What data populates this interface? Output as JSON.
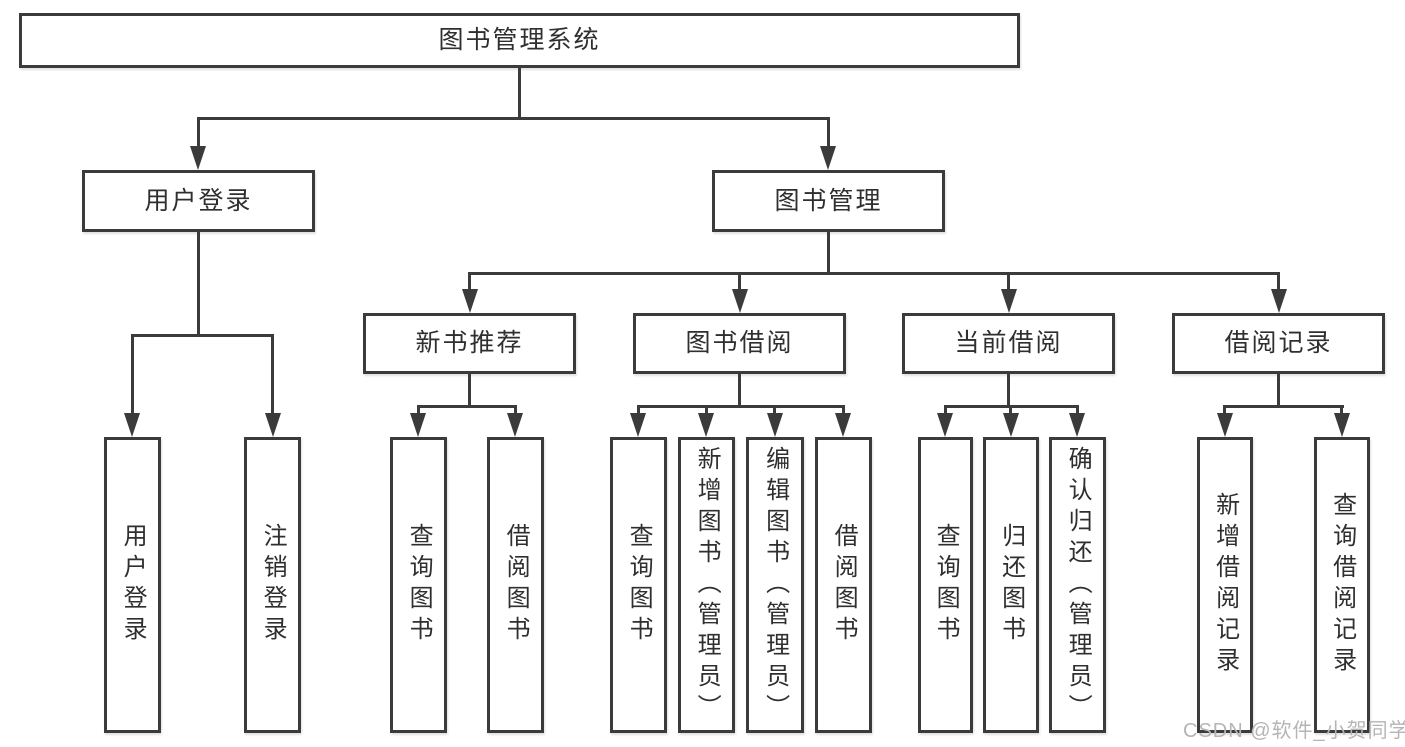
{
  "title": "图书管理系统",
  "watermark": "CSDN @软件_小贺同学",
  "colors": {
    "line": "#3b3b3b",
    "text": "#2f2f2f",
    "background": "#ffffff",
    "watermark": "#b5b5b5"
  },
  "tree": {
    "root": {
      "label": "图书管理系统",
      "children": [
        {
          "label": "用户登录",
          "children": [
            {
              "label": "用户登录"
            },
            {
              "label": "注销登录"
            }
          ]
        },
        {
          "label": "图书管理",
          "children": [
            {
              "label": "新书推荐",
              "children": [
                {
                  "label": "查询图书"
                },
                {
                  "label": "借阅图书"
                }
              ]
            },
            {
              "label": "图书借阅",
              "children": [
                {
                  "label": "查询图书"
                },
                {
                  "label": "新增图书（管理员）"
                },
                {
                  "label": "编辑图书（管理员）"
                },
                {
                  "label": "借阅图书"
                }
              ]
            },
            {
              "label": "当前借阅",
              "children": [
                {
                  "label": "查询图书"
                },
                {
                  "label": "归还图书"
                },
                {
                  "label": "确认归还（管理员）"
                }
              ]
            },
            {
              "label": "借阅记录",
              "children": [
                {
                  "label": "新增借阅记录"
                },
                {
                  "label": "查询借阅记录"
                }
              ]
            }
          ]
        }
      ]
    }
  }
}
